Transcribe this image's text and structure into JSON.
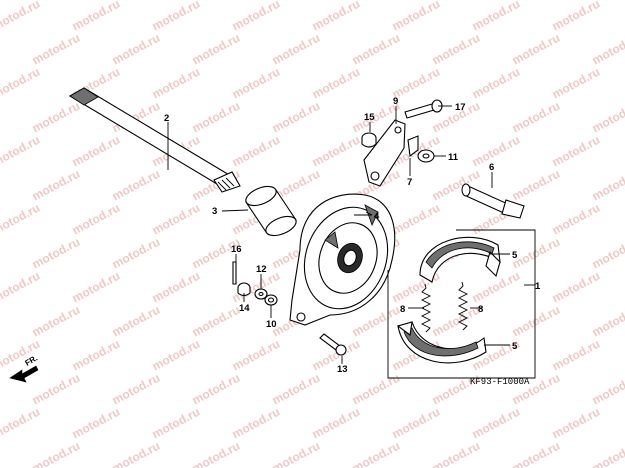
{
  "watermark": "motod.ru",
  "callouts": [
    {
      "id": "c1",
      "text": "1"
    },
    {
      "id": "c2",
      "text": "2"
    },
    {
      "id": "c3",
      "text": "3"
    },
    {
      "id": "c4",
      "text": "4"
    },
    {
      "id": "c5a",
      "text": "5"
    },
    {
      "id": "c5b",
      "text": "5"
    },
    {
      "id": "c6",
      "text": "6"
    },
    {
      "id": "c7",
      "text": "7"
    },
    {
      "id": "c8a",
      "text": "8"
    },
    {
      "id": "c8b",
      "text": "8"
    },
    {
      "id": "c9",
      "text": "9"
    },
    {
      "id": "c10",
      "text": "10"
    },
    {
      "id": "c11",
      "text": "11"
    },
    {
      "id": "c12",
      "text": "12"
    },
    {
      "id": "c13",
      "text": "13"
    },
    {
      "id": "c14",
      "text": "14"
    },
    {
      "id": "c15",
      "text": "15"
    },
    {
      "id": "c16",
      "text": "16"
    },
    {
      "id": "c17",
      "text": "17"
    }
  ],
  "direction_label": "FR.",
  "diagram_code": "KF93-F1000A"
}
